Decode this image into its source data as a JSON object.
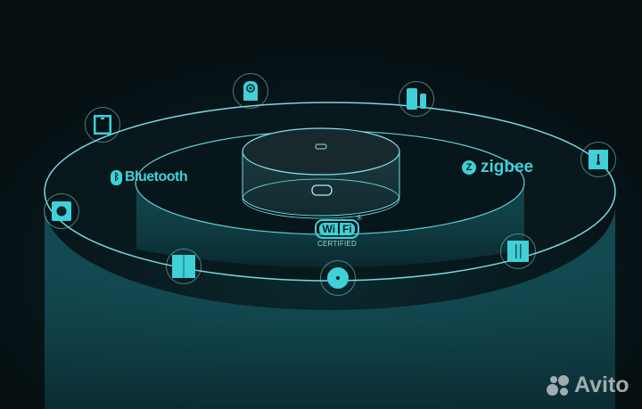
{
  "scene": {
    "description": "Smart home hub connecting to devices via multiple protocols",
    "accent_color": "#3fd0d8",
    "background_color": "#071317"
  },
  "protocols": {
    "bluetooth": {
      "label": "Bluetooth",
      "icon": "bluetooth-icon"
    },
    "zigbee": {
      "label": "zigbee",
      "icon": "zigbee-icon"
    },
    "wifi": {
      "wi": "Wi",
      "fi": "Fi",
      "registered": "®",
      "certified": "CERTIFIED"
    }
  },
  "hub": {
    "name": "smart-home-hub",
    "top_logo": "mi-logo",
    "front": "indicator-light"
  },
  "devices": [
    {
      "name": "smart-screen",
      "icon": "tablet-icon"
    },
    {
      "name": "camera",
      "icon": "camera-icon"
    },
    {
      "name": "door-sensor",
      "icon": "door-window-sensor-icon"
    },
    {
      "name": "temperature-sensor",
      "icon": "thermometer-icon"
    },
    {
      "name": "smart-plug",
      "icon": "socket-icon"
    },
    {
      "name": "wall-switch-double",
      "icon": "wall-switch-icon"
    },
    {
      "name": "wireless-button",
      "icon": "round-button-icon"
    },
    {
      "name": "wall-switch-triple",
      "icon": "triple-switch-icon"
    }
  ],
  "watermark": {
    "text": "Avito"
  }
}
